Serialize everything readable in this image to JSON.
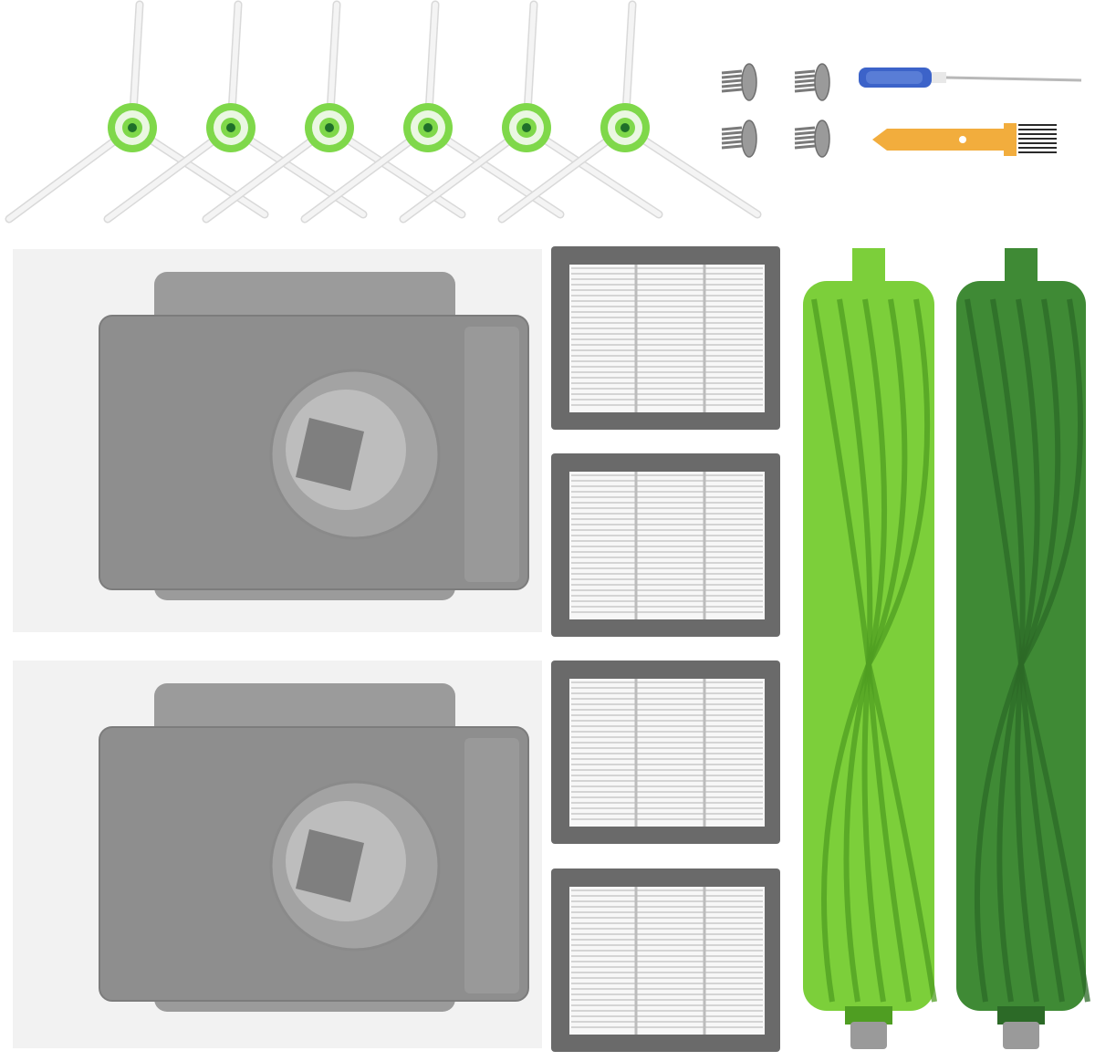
{
  "scene": {
    "background": "#ffffff",
    "side_brushes": {
      "count": 6,
      "arm_color": "#f4f4f4",
      "hub_color": "#7fd84a",
      "center_color": "#1f6f2a"
    },
    "screws": {
      "count": 4,
      "color": "#9a9a9a"
    },
    "screwdriver": {
      "handle_color": "#3c63c9"
    },
    "cleaning_tool": {
      "handle_color": "#f2ad3d",
      "bristle_color": "#2a2a2a"
    },
    "dust_bags": {
      "count": 2,
      "paper_color": "#f2f2f2",
      "plate_color": "#8e8e8e"
    },
    "filters": {
      "count": 4,
      "frame_color": "#6a6a6a",
      "media_color": "#f7f7f7"
    },
    "rollers": [
      {
        "color": "#7ccf3a",
        "dark": "#4f9e22"
      },
      {
        "color": "#3f8a35",
        "dark": "#2c6a27"
      }
    ]
  }
}
